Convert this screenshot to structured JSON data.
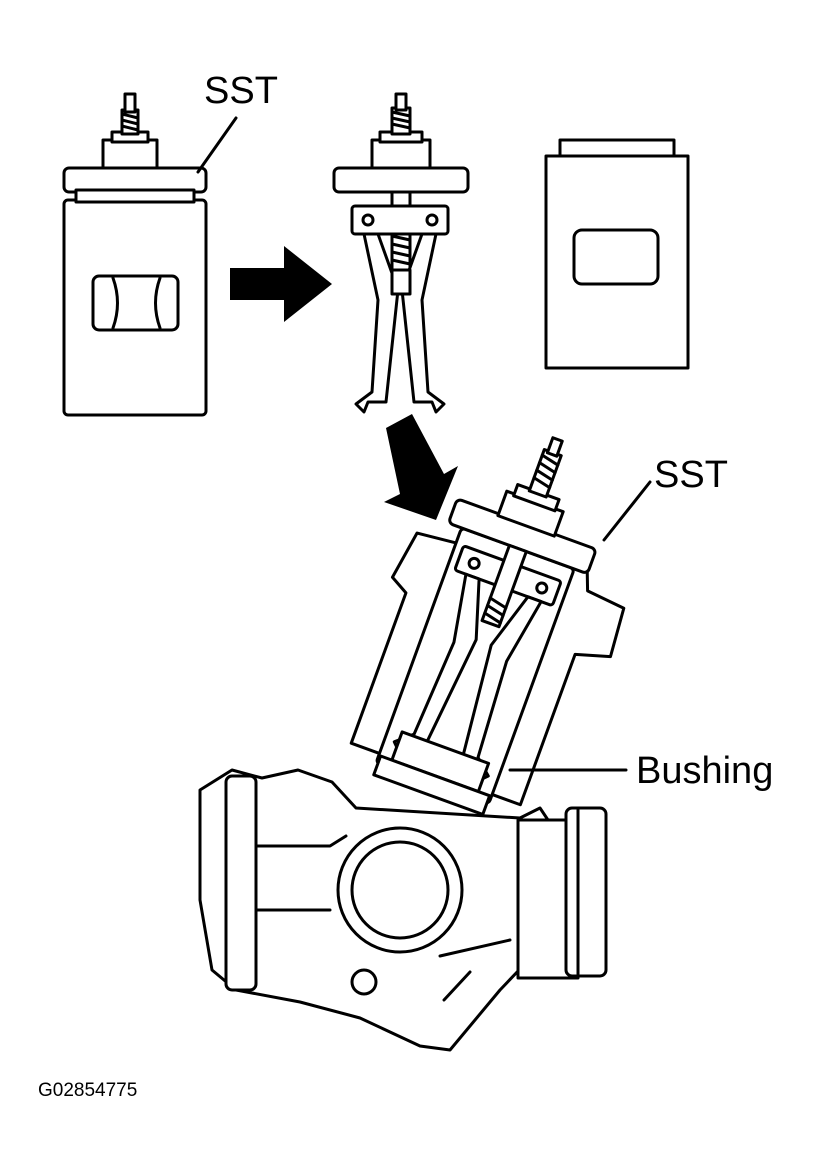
{
  "labels": {
    "sst_top": "SST",
    "sst_bottom": "SST",
    "bushing": "Bushing",
    "figure_id": "G02854775"
  },
  "colors": {
    "line": "#000000",
    "background": "#ffffff"
  }
}
